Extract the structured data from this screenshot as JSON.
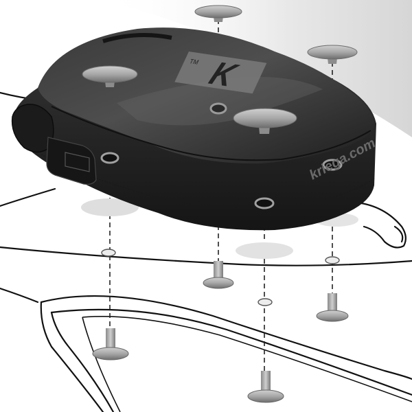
{
  "illustration": {
    "brand_text": "kriega.com",
    "logo_letter": "K",
    "trademark": "TM",
    "colors": {
      "bag_body": "#2b2b2b",
      "bag_highlight": "#5a5a5a",
      "hardware_grey": "#9a9a9a",
      "washer_pale": "#dcdcdc",
      "outline": "#111111"
    }
  }
}
